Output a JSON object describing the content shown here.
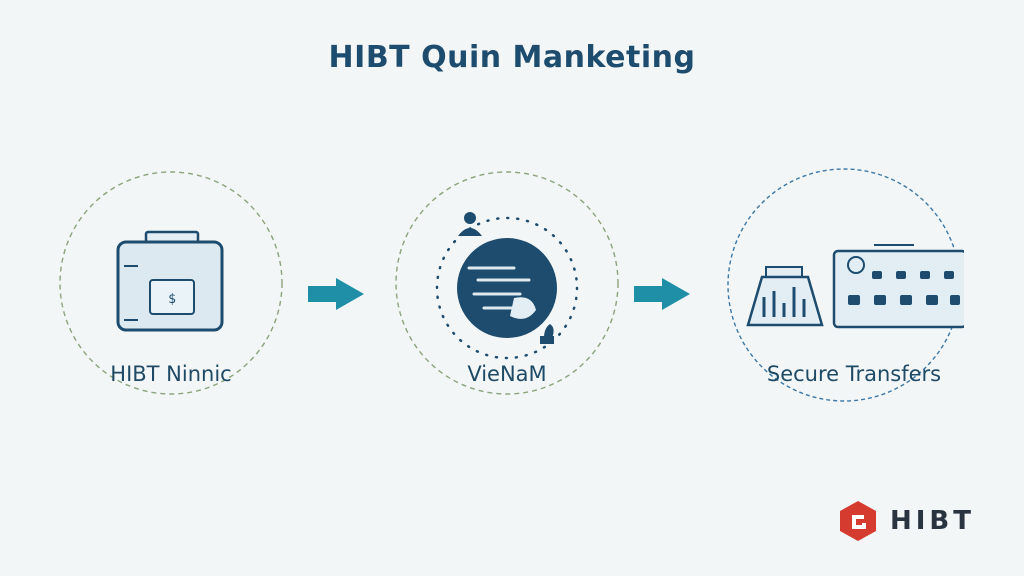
{
  "title": "HIBT Quin Manketing",
  "steps": [
    {
      "label": "HIBT Ninnic",
      "icon": "wallet-icon",
      "chip_text": "$",
      "chip_prefix": "⊡"
    },
    {
      "label": "VieNaM",
      "icon": "globe-icon"
    },
    {
      "label": "Secure Transfers",
      "icon": "transfer-dashboard-icon"
    }
  ],
  "logo": {
    "text": "HIBT",
    "icon": "hibt-logo-icon"
  },
  "colors": {
    "primary": "#1d4c6e",
    "accent": "#1f8fa8",
    "icon_fill": "#e3eef4",
    "circle_dash": "#8aa47c",
    "logo_red": "#d63b2f"
  }
}
